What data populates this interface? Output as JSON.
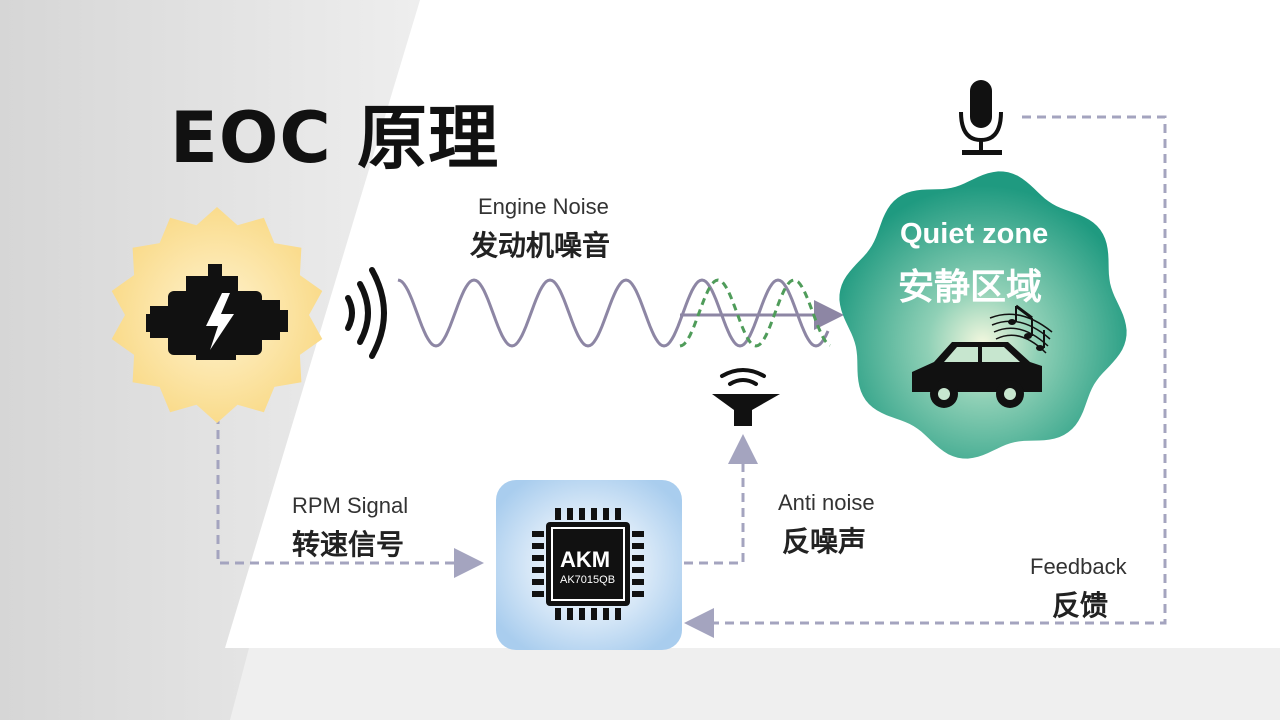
{
  "title": "EOC 原理",
  "labels": {
    "engine_noise_en": "Engine Noise",
    "engine_noise_zh": "发动机噪音",
    "rpm_signal_en": "RPM Signal",
    "rpm_signal_zh": "转速信号",
    "anti_noise_en": "Anti noise",
    "anti_noise_zh": "反噪声",
    "feedback_en": "Feedback",
    "feedback_zh": "反馈",
    "quiet_zone_en": "Quiet zone",
    "quiet_zone_zh": "安静区域"
  },
  "chip": {
    "brand": "AKM",
    "model": "AK7015QB"
  },
  "colors": {
    "engine_badge": "#f9d985",
    "quiet_zone": "#1f9a80",
    "chip_box": "#a9cdee",
    "noise_wave": "#8d86a4",
    "anti_wave": "#4f9c5a",
    "dashed_line": "#a4a4bf"
  },
  "icons": [
    "engine-icon",
    "sound-wave-icon",
    "speaker-icon",
    "microphone-icon",
    "car-icon",
    "music-notes-icon",
    "chip-icon"
  ]
}
